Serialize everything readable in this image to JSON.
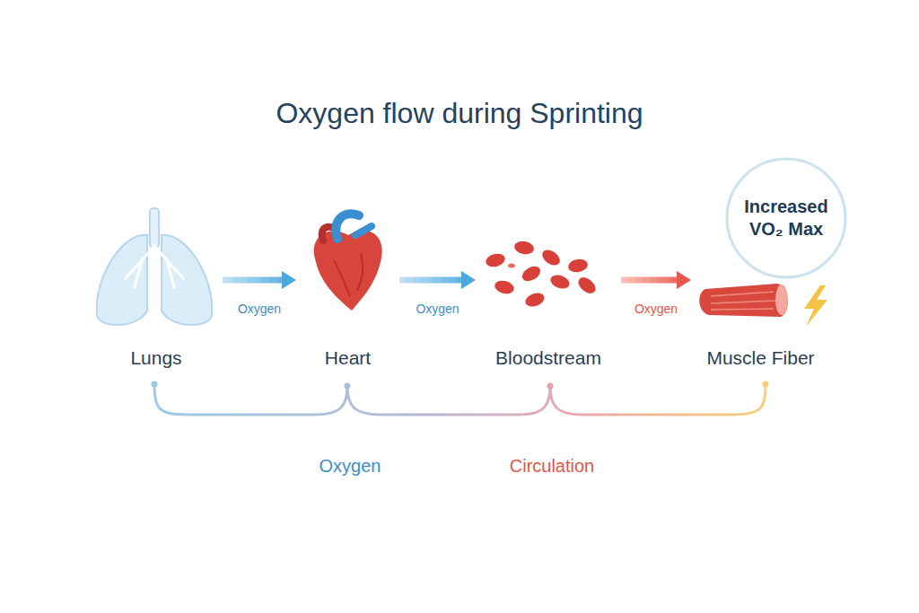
{
  "diagram": {
    "title": "Oxygen flow during Sprinting",
    "nodes": [
      {
        "text": [
          "Lungs"
        ]
      },
      {
        "text": [
          "Heart"
        ]
      },
      {
        "text": [
          "Bloodstream"
        ]
      },
      {
        "text": [
          "Muscle Fiber"
        ]
      },
      {
        "text": [
          "Increased VO₂ Max"
        ]
      }
    ],
    "edges": [
      {
        "from": 0,
        "to": 1,
        "label": "Oxygen",
        "arrow": "to"
      },
      {
        "from": 1,
        "to": 2,
        "label": "Oxygen",
        "arrow": "to"
      },
      {
        "from": 2,
        "to": 3,
        "label": "Oxygen",
        "arrow": "to"
      }
    ],
    "labels": [
      "Oxygen",
      "Circulation"
    ]
  }
}
